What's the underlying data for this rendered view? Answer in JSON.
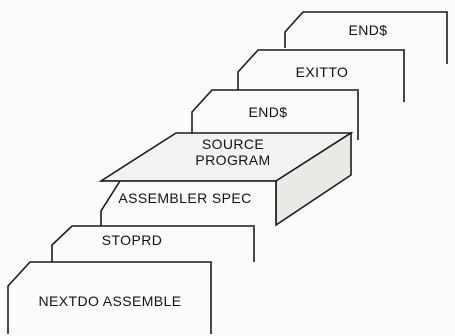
{
  "figure": {
    "cards": [
      {
        "label": "END$"
      },
      {
        "label": "EXITTO"
      },
      {
        "label": "END$"
      },
      {
        "label_lines": [
          "SOURCE",
          "PROGRAM"
        ]
      },
      {
        "label": "ASSEMBLER SPEC"
      },
      {
        "label": "STOPRD"
      },
      {
        "label": "NEXTDO ASSEMBLE"
      }
    ]
  }
}
